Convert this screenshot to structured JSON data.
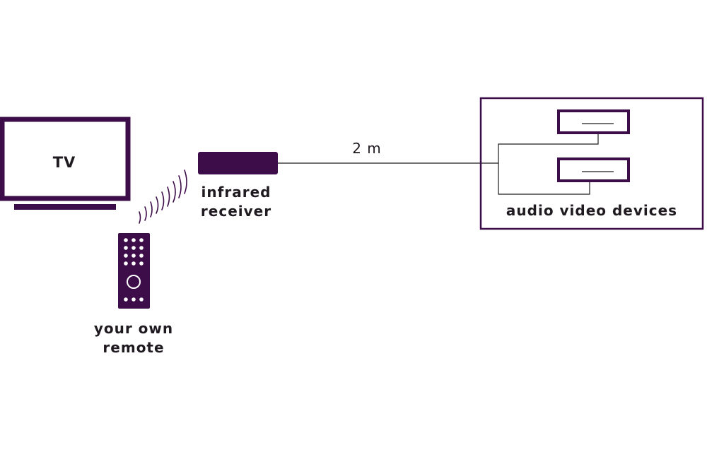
{
  "colors": {
    "purple": "#3d0d4a",
    "line": "#3d0d4a",
    "text": "#1f1a1f",
    "background": "#ffffff"
  },
  "tv": {
    "label": "TV"
  },
  "receiver": {
    "label_line1": "infrared",
    "label_line2": "receiver"
  },
  "remote": {
    "label_line1": "your own",
    "label_line2": "remote"
  },
  "cable": {
    "length_label": "2 m"
  },
  "devices": {
    "label": "audio video devices"
  },
  "icons": [
    "tv-icon",
    "infrared-receiver-icon",
    "remote-control-icon",
    "ir-signal-waves-icon",
    "av-device-icon"
  ]
}
